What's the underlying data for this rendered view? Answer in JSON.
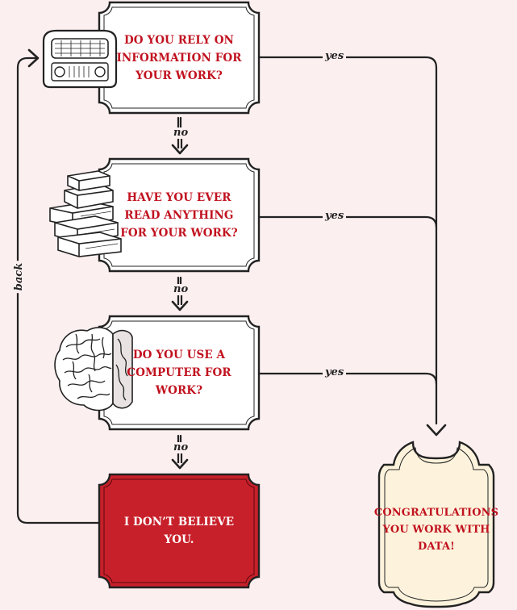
{
  "nodes": {
    "q1": "DO YOU RELY ON INFORMATION FOR YOUR WORK?",
    "q2": "HAVE YOU EVER READ ANYTHING FOR YOUR WORK?",
    "q3": "DO YOU USE A COMPUTER FOR WORK?",
    "denial": "I DON’T BELIEVE YOU.",
    "result": "CONGRATULATIONS YOU WORK WITH DATA!"
  },
  "edges": {
    "q1_yes": "yes",
    "q1_no": "no",
    "q2_yes": "yes",
    "q2_no": "no",
    "q3_yes": "yes",
    "q3_no": "no",
    "back": "back"
  },
  "icons": [
    "radio-icon",
    "books-icon",
    "brain-icon"
  ],
  "colors": {
    "background": "#fcefef",
    "question_text": "#c1121f",
    "denial_fill": "#c8202a",
    "result_fill": "#fdf3dc",
    "line": "#222222"
  }
}
